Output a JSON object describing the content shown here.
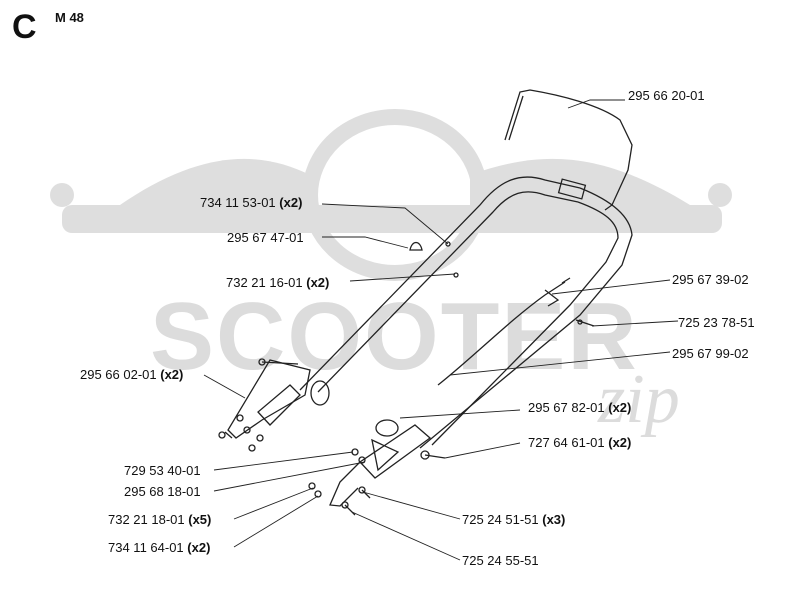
{
  "section": "C",
  "model": "M 48",
  "watermark": {
    "main": "SCOOTER",
    "sub": "zip"
  },
  "parts": [
    {
      "id": "p1",
      "number": "295 66 20-01",
      "qty": ""
    },
    {
      "id": "p2",
      "number": "734 11 53-01",
      "qty": "(x2)"
    },
    {
      "id": "p3",
      "number": "295 67 47-01",
      "qty": ""
    },
    {
      "id": "p4",
      "number": "732 21 16-01",
      "qty": "(x2)"
    },
    {
      "id": "p5",
      "number": "295 67 39-02",
      "qty": ""
    },
    {
      "id": "p6",
      "number": "725 23 78-51",
      "qty": ""
    },
    {
      "id": "p7",
      "number": "295 66 02-01",
      "qty": "(x2)"
    },
    {
      "id": "p8",
      "number": "295 67 99-02",
      "qty": ""
    },
    {
      "id": "p9",
      "number": "295 67 82-01",
      "qty": "(x2)"
    },
    {
      "id": "p10",
      "number": "727 64 61-01",
      "qty": "(x2)"
    },
    {
      "id": "p11",
      "number": "729 53 40-01",
      "qty": ""
    },
    {
      "id": "p12",
      "number": "295 68 18-01",
      "qty": ""
    },
    {
      "id": "p13",
      "number": "732 21 18-01",
      "qty": "(x5)"
    },
    {
      "id": "p14",
      "number": "725 24 51-51",
      "qty": "(x3)"
    },
    {
      "id": "p15",
      "number": "734 11 64-01",
      "qty": "(x2)"
    },
    {
      "id": "p16",
      "number": "725 24 55-51",
      "qty": ""
    }
  ]
}
